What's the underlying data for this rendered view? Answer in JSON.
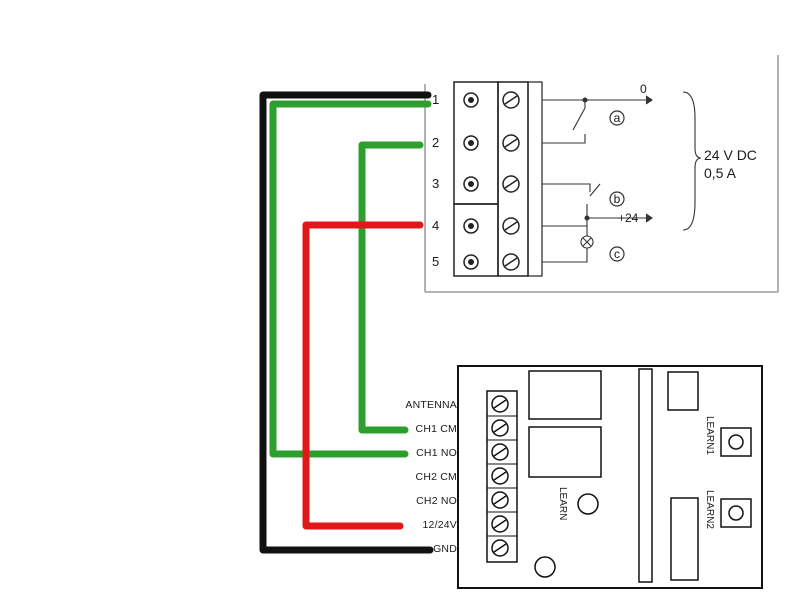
{
  "top_block": {
    "pins": [
      "1",
      "2",
      "3",
      "4",
      "5"
    ],
    "circuit": {
      "a": "a",
      "b": "b",
      "c": "c",
      "zero": "0",
      "plus24": "+24",
      "supply_line1": "24 V DC",
      "supply_line2": "0,5 A"
    }
  },
  "receiver": {
    "terminals": [
      "ANTENNA",
      "CH1 CM",
      "CH1 NO",
      "CH2 CM",
      "CH2 NO",
      "12/24V",
      "GND"
    ],
    "learn_center": "LEARN",
    "learn1": "LEARN1",
    "learn2": "LEARN2"
  },
  "wires": [
    {
      "from": "1",
      "to": "GND",
      "color": "#111111"
    },
    {
      "from": "1",
      "to": "CH1 NO",
      "color": "#2e9e2e"
    },
    {
      "from": "2",
      "to": "CH1 CM",
      "color": "#2e9e2e"
    },
    {
      "from": "4",
      "to": "12/24V",
      "color": "#e01818"
    }
  ]
}
